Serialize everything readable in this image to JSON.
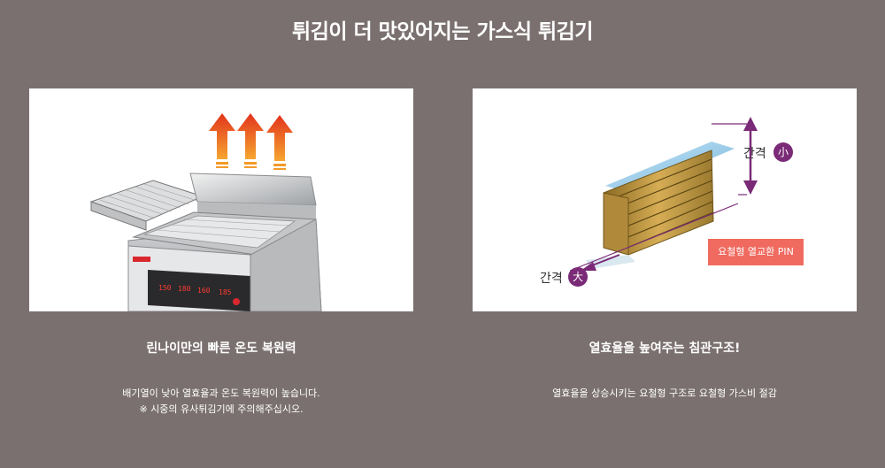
{
  "header": {
    "title": "튀김이 더 맛있어지는 가스식 튀김기"
  },
  "left": {
    "caption": "린나이만의 빠른 온도 복원력",
    "desc_line1": "배기열이 낮아 열효율과 온도 복원력이 높습니다.",
    "desc_line2": "※ 시중의 유사튀김기에 주의해주십시오.",
    "display_values": [
      "150",
      "180",
      "160",
      "185"
    ]
  },
  "right": {
    "caption": "열효율을 높여주는 침관구조!",
    "desc_line1": "열효율을 상승시키는 요철형 구조로 요철형 가스비 절감",
    "gap_small_label": "간격",
    "gap_small_badge": "小",
    "gap_large_label": "간격",
    "gap_large_badge": "大",
    "pin_label": "요철형 열교환 PIN"
  },
  "colors": {
    "background": "#7b7070",
    "arrow_top": "#f5a623",
    "arrow_bottom": "#e04a1a",
    "badge": "#7a2a76",
    "pin_badge": "#f06a5f"
  }
}
